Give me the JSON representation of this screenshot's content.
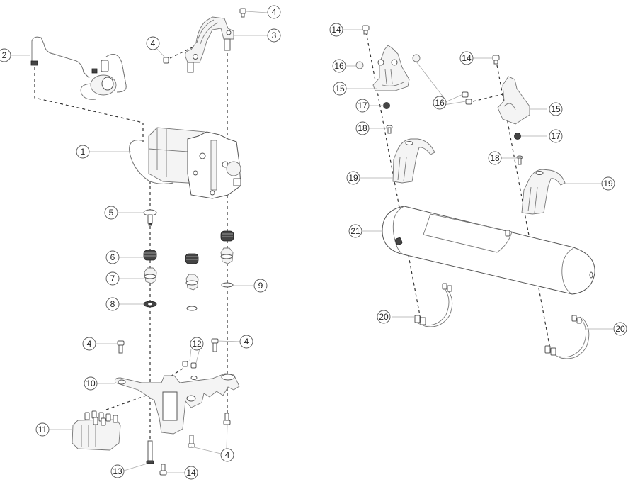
{
  "diagram": {
    "type": "exploded-parts-view",
    "subject": "Air suspension compressor and reservoir assembly",
    "callout_style": {
      "circle_stroke": "#555555",
      "text_color": "#222222",
      "leader_color": "#aaaaaa",
      "dash_color": "#333333",
      "background": "#ffffff"
    },
    "callouts": [
      {
        "id": "c1",
        "label": "1",
        "part": "compressor"
      },
      {
        "id": "c2",
        "label": "2",
        "part": "hose-with-valve"
      },
      {
        "id": "c3",
        "label": "3",
        "part": "pipe-bracket"
      },
      {
        "id": "c4a",
        "label": "4",
        "part": "bolt-top"
      },
      {
        "id": "c4b",
        "label": "4",
        "part": "bolt-pipe-bracket"
      },
      {
        "id": "c5",
        "label": "5",
        "part": "pin"
      },
      {
        "id": "c6",
        "label": "6",
        "part": "spring-isolator"
      },
      {
        "id": "c7",
        "label": "7",
        "part": "rubber-mount"
      },
      {
        "id": "c8",
        "label": "8",
        "part": "washer"
      },
      {
        "id": "c9",
        "label": "9",
        "part": "washer-right"
      },
      {
        "id": "c4c",
        "label": "4",
        "part": "bolt-left"
      },
      {
        "id": "c4d",
        "label": "4",
        "part": "bolt-right"
      },
      {
        "id": "c12",
        "label": "12",
        "part": "screws"
      },
      {
        "id": "c10",
        "label": "10",
        "part": "mounting-bracket"
      },
      {
        "id": "c11",
        "label": "11",
        "part": "valve-block"
      },
      {
        "id": "c13",
        "label": "13",
        "part": "long-bolt"
      },
      {
        "id": "c14a",
        "label": "14",
        "part": "bolt-bottom"
      },
      {
        "id": "c4e",
        "label": "4",
        "part": "bolt-bottom-right"
      },
      {
        "id": "c14b",
        "label": "14",
        "part": "bolt-left-strap"
      },
      {
        "id": "c14c",
        "label": "14",
        "part": "bolt-right-strap"
      },
      {
        "id": "c16a",
        "label": "16",
        "part": "nut-left"
      },
      {
        "id": "c16b",
        "label": "16",
        "part": "nuts-right"
      },
      {
        "id": "c15a",
        "label": "15",
        "part": "bracket-left"
      },
      {
        "id": "c15b",
        "label": "15",
        "part": "bracket-right"
      },
      {
        "id": "c17a",
        "label": "17",
        "part": "nut-left-lower"
      },
      {
        "id": "c17b",
        "label": "17",
        "part": "nut-right-lower"
      },
      {
        "id": "c18a",
        "label": "18",
        "part": "screw-left"
      },
      {
        "id": "c18b",
        "label": "18",
        "part": "screw-right"
      },
      {
        "id": "c19a",
        "label": "19",
        "part": "saddle-left"
      },
      {
        "id": "c19b",
        "label": "19",
        "part": "saddle-right"
      },
      {
        "id": "c21",
        "label": "21",
        "part": "air-reservoir"
      },
      {
        "id": "c20a",
        "label": "20",
        "part": "strap-left"
      },
      {
        "id": "c20b",
        "label": "20",
        "part": "strap-right"
      }
    ]
  }
}
